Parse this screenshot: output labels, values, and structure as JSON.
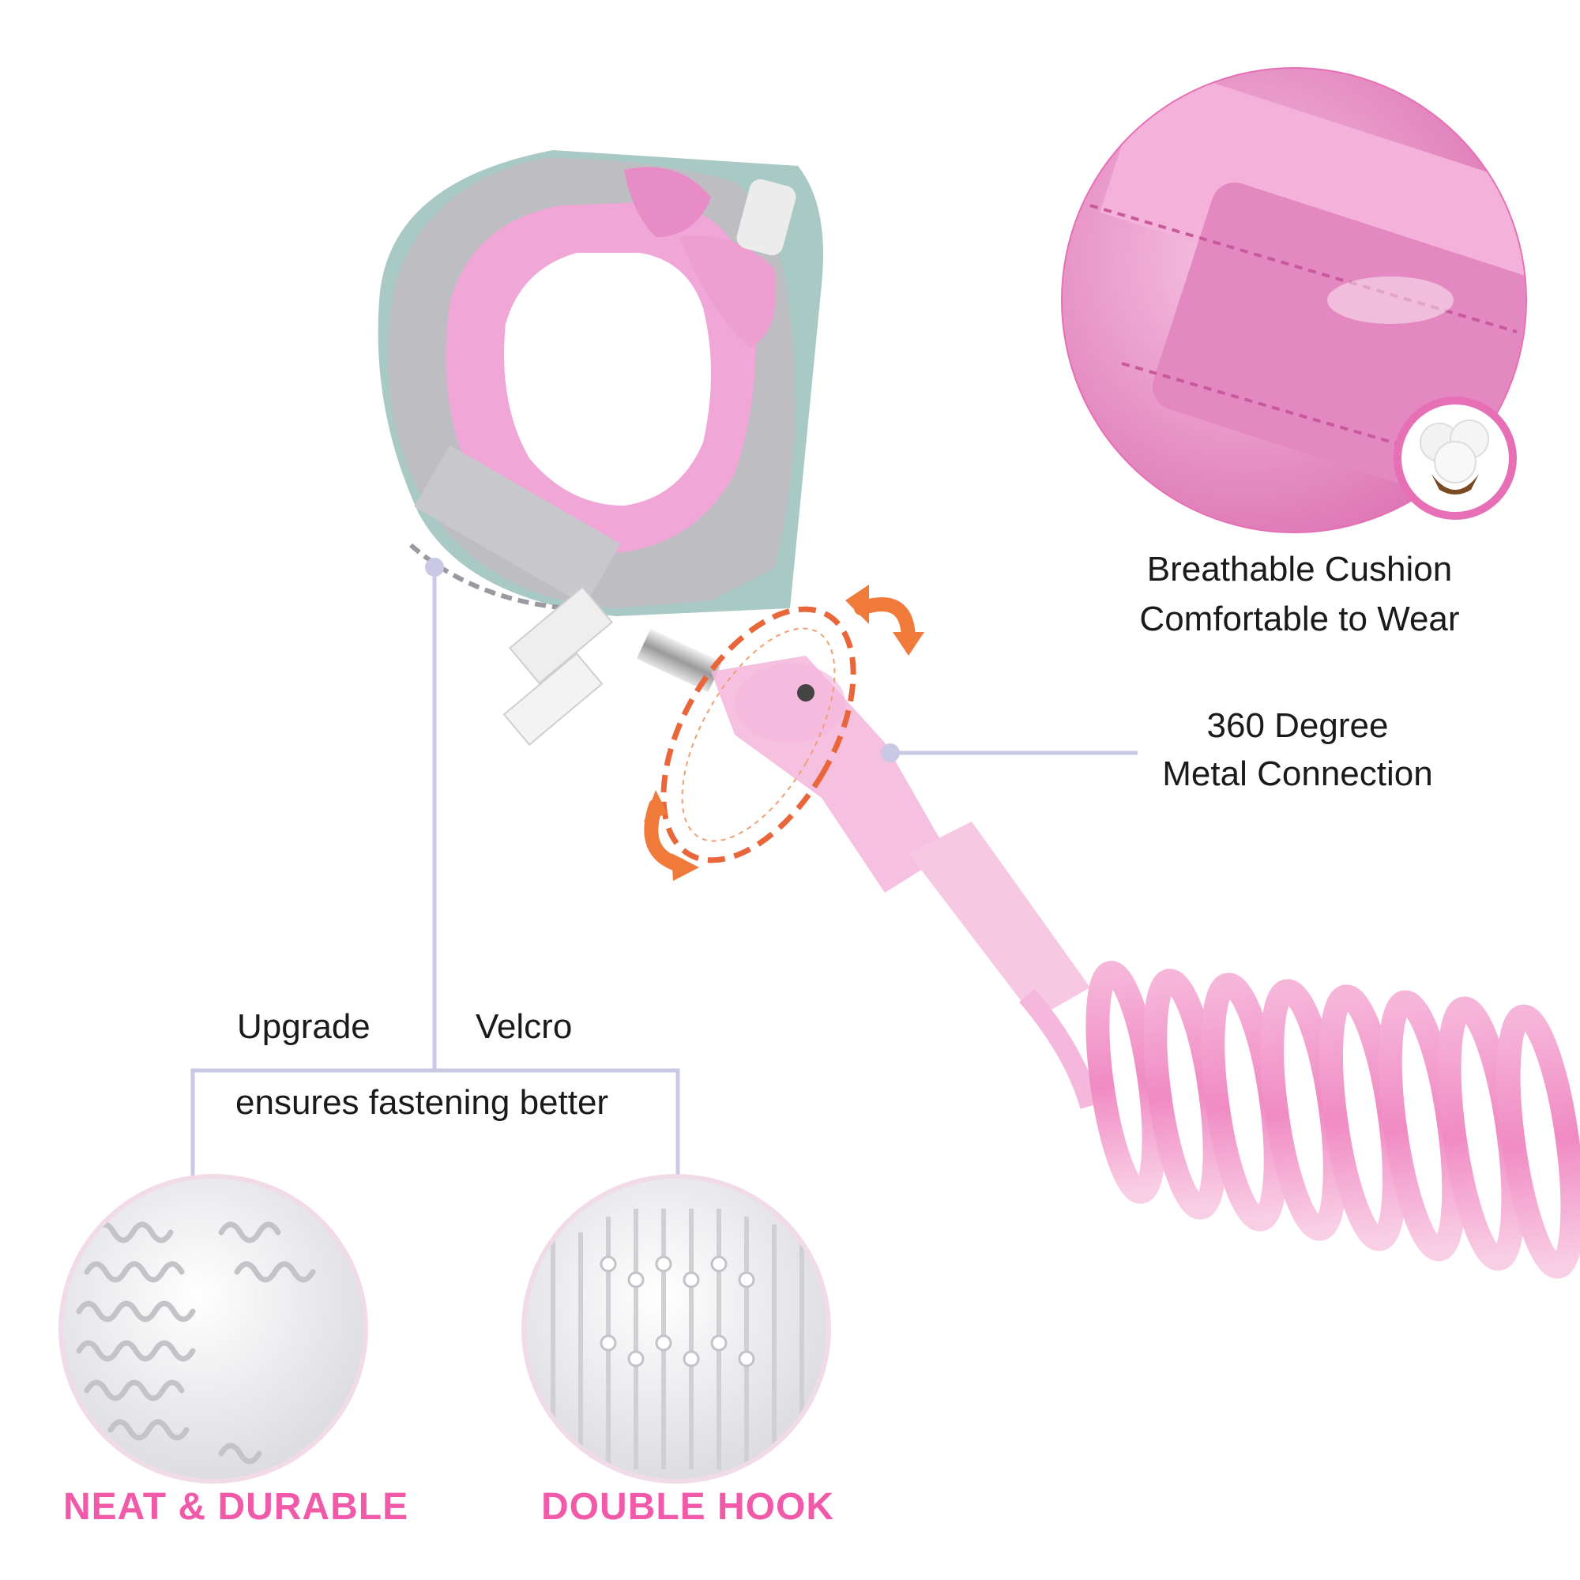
{
  "cushion": {
    "line1": "Breathable Cushion",
    "line2": "Comfortable to Wear"
  },
  "connection": {
    "line1": "360 Degree",
    "line2": "Metal Connection"
  },
  "velcro": {
    "word1": "Upgrade",
    "word2": "Velcro",
    "line2": "ensures fastening better"
  },
  "features": {
    "left": "NEAT & DURABLE",
    "right": "DOUBLE HOOK"
  },
  "colors": {
    "accent_pink": "#f05aa8",
    "callout_line": "#c9c9e6",
    "rotation_arrow": "#f07a3a",
    "strap_grey": "#b8b8bc",
    "cushion_pink": "#ef8fcb"
  },
  "icons": [
    "cotton-icon",
    "rotation-arrow-icon"
  ]
}
